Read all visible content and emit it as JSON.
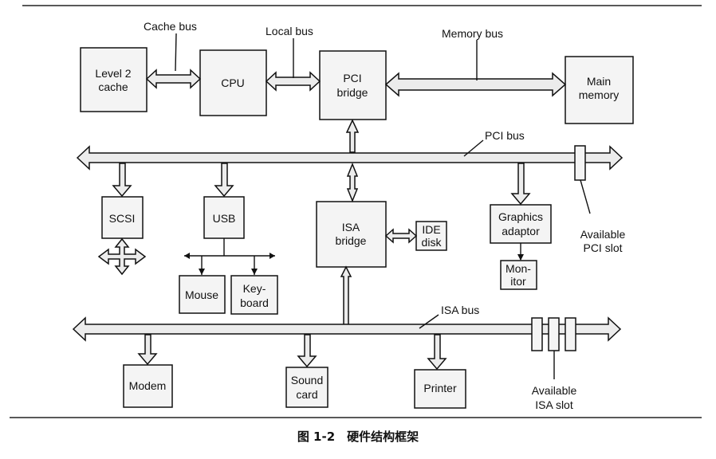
{
  "diagram": {
    "components": {
      "level2_cache": [
        "Level 2",
        "cache"
      ],
      "cpu": [
        "CPU"
      ],
      "pci_bridge": [
        "PCI",
        "bridge"
      ],
      "main_memory": [
        "Main",
        "memory"
      ],
      "scsi": [
        "SCSI"
      ],
      "usb": [
        "USB"
      ],
      "isa_bridge": [
        "ISA",
        "bridge"
      ],
      "ide_disk": [
        "IDE",
        "disk"
      ],
      "graphics_adaptor": [
        "Graphics",
        "adaptor"
      ],
      "monitor": [
        "Mon-",
        "itor"
      ],
      "mouse": [
        "Mouse"
      ],
      "keyboard": [
        "Key-",
        "board"
      ],
      "modem": [
        "Modem"
      ],
      "sound_card": [
        "Sound",
        "card"
      ],
      "printer": [
        "Printer"
      ]
    },
    "bus_labels": {
      "cache_bus": "Cache bus",
      "local_bus": "Local bus",
      "memory_bus": "Memory bus",
      "pci_bus": "PCI bus",
      "isa_bus": "ISA bus"
    },
    "slot_labels": {
      "pci_slot": [
        "Available",
        "PCI slot"
      ],
      "isa_slot": [
        "Available",
        "ISA slot"
      ]
    }
  },
  "caption": "图 1-2　硬件结构框架"
}
